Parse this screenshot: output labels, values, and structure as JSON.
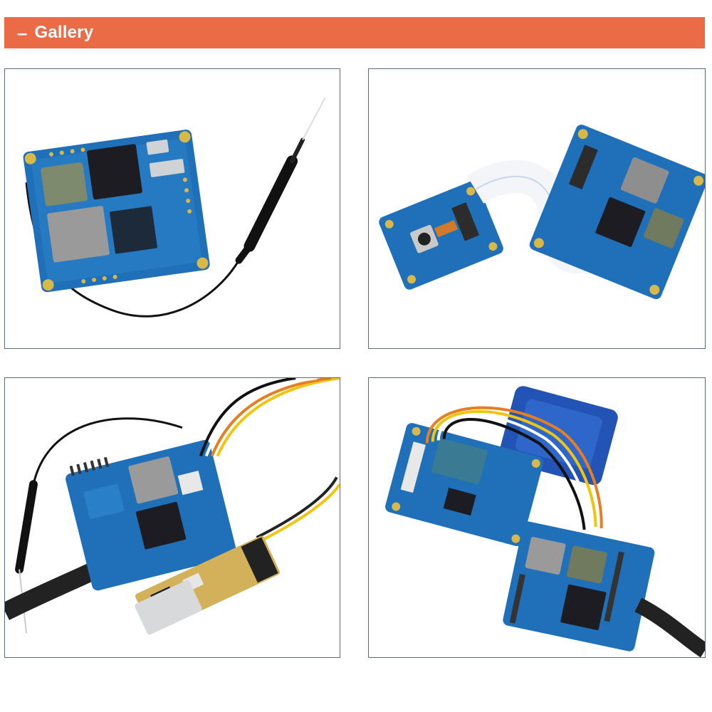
{
  "header": {
    "collapse_symbol": "–",
    "title": "Gallery"
  },
  "gallery": {
    "tiles": [
      {
        "id": "board-antenna"
      },
      {
        "id": "board-camera-ribbon"
      },
      {
        "id": "board-usb-serial-adapter"
      },
      {
        "id": "board-rs232-vga"
      }
    ]
  },
  "colors": {
    "header_bg": "#ea6b46",
    "pcb_blue": "#1f70b8",
    "tile_border": "#5a6b7d"
  }
}
